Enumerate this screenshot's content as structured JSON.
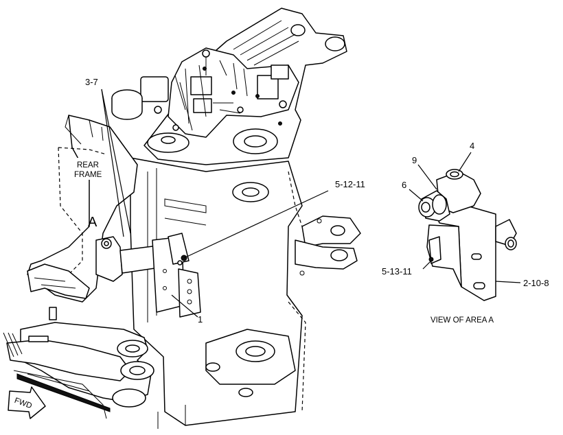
{
  "callouts": {
    "c_3_7": "3-7",
    "rear_frame_1": "REAR",
    "rear_frame_2": "FRAME",
    "area_a": "A",
    "c_5_12_11": "5-12-11",
    "c_1": "1",
    "c_4": "4",
    "c_9": "9",
    "c_6": "6",
    "c_5_13_11": "5-13-11",
    "c_2_10_8": "2-10-8"
  },
  "view_caption": "VIEW OF AREA A",
  "direction_arrow": "FWD",
  "icons": [
    "fwd-arrow-icon"
  ]
}
